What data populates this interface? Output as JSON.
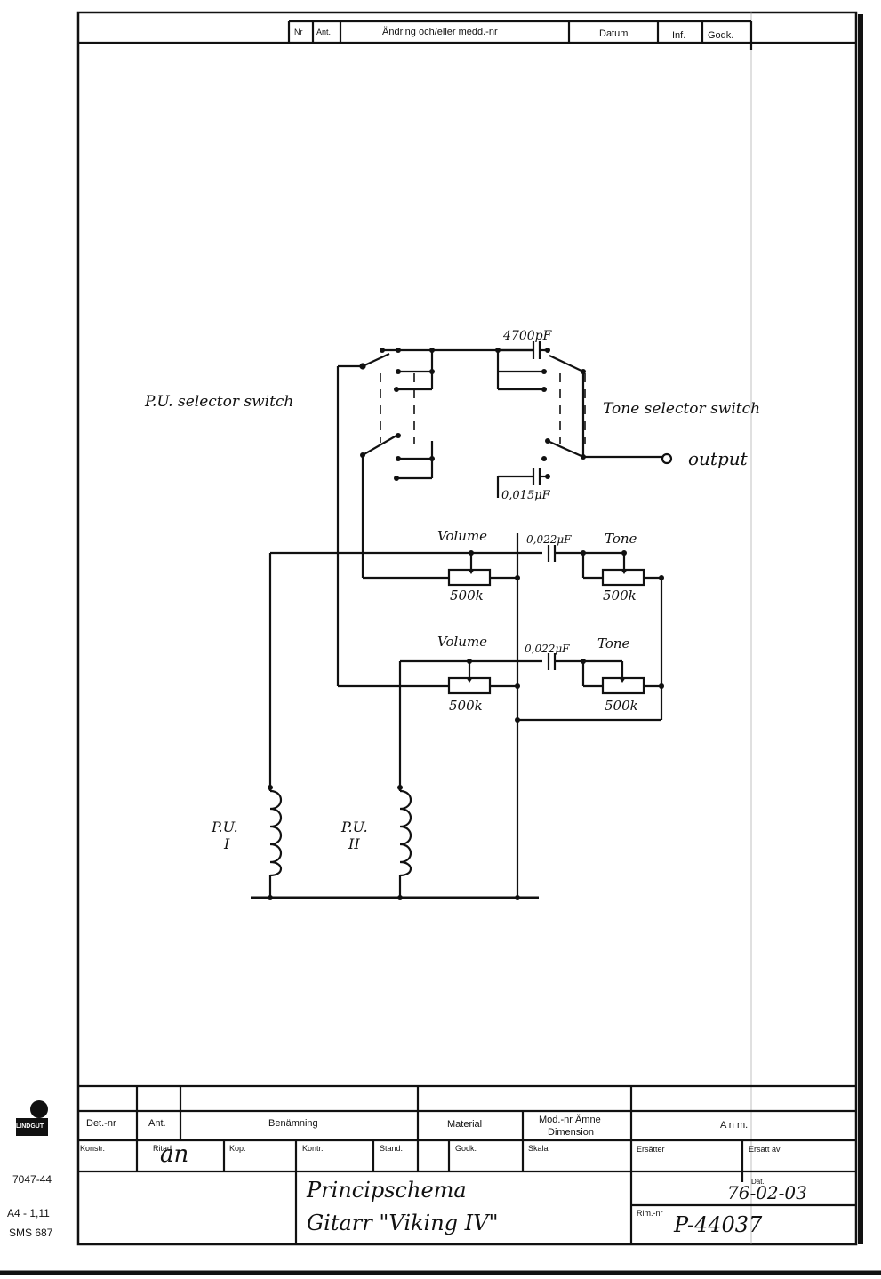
{
  "revision_header": {
    "nr": "Nr",
    "ant": "Ant.",
    "change": "Ändring och/eller medd.-nr",
    "date": "Datum",
    "inf": "Inf.",
    "godk": "Godk."
  },
  "schematic": {
    "cap_4700": "4700pF",
    "cap_0015": "0,015μF",
    "pu_switch_label": "P.U. selector switch",
    "tone_switch_label": "Tone selector switch",
    "output_label": "output",
    "volume1_label": "Volume",
    "volume1_value": "500k",
    "cap1_label": "0,022μF",
    "tone1_label": "Tone",
    "tone1_value": "500k",
    "volume2_label": "Volume",
    "volume2_value": "500k",
    "cap2_label": "0,022μF",
    "tone2_label": "Tone",
    "tone2_value": "500k",
    "pu1_label_a": "P.U.",
    "pu1_label_b": "I",
    "pu2_label_a": "P.U.",
    "pu2_label_b": "II"
  },
  "title_block": {
    "det_nr": "Det.-nr",
    "ant": "Ant.",
    "benamning": "Benämning",
    "material": "Material",
    "mod_nr": "Mod.-nr Ämne",
    "dimension": "Dimension",
    "anm": "A n m.",
    "konstr": "Konstr.",
    "ritad": "Ritad",
    "kop": "Kop.",
    "kontr": "Kontr.",
    "stand": "Stand.",
    "godk": "Godk.",
    "skala": "Skala",
    "ersatter": "Ersätter",
    "ersatt_av": "Ersatt av",
    "datum_small": "Dat.",
    "date_value": "76-02-03",
    "rim_nr": "Rim.-nr",
    "drawing_no": "P-44037",
    "title_line1": "Principschema",
    "title_line2": "Gitarr \"Viking IV\"",
    "signature": "an"
  },
  "side_margin": {
    "form_no": "7047-44",
    "size": "A4 - 1,11",
    "standard": "SMS 687",
    "logo_text": "LINDGUT"
  }
}
